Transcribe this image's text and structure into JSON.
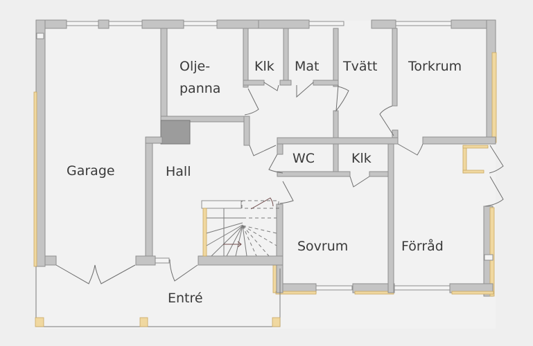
{
  "plan": {
    "colors": {
      "background": "#efefef",
      "floor": "#f2f2f2",
      "wall": "#c4c4c4",
      "wall_outline": "#8e8e8e",
      "chimney": "#9c9c9c",
      "exterior_accent": "#f0d8a0",
      "text": "#3a3a3a"
    },
    "rooms": {
      "garage": "Garage",
      "oljepanna_1": "Olje-",
      "oljepanna_2": "panna",
      "klk_1": "Klk",
      "mat": "Mat",
      "tvatt": "Tvätt",
      "torkrum": "Torkrum",
      "hall": "Hall",
      "wc": "WC",
      "klk_2": "Klk",
      "sovrum": "Sovrum",
      "forrad": "Förråd",
      "entre": "Entré"
    }
  }
}
